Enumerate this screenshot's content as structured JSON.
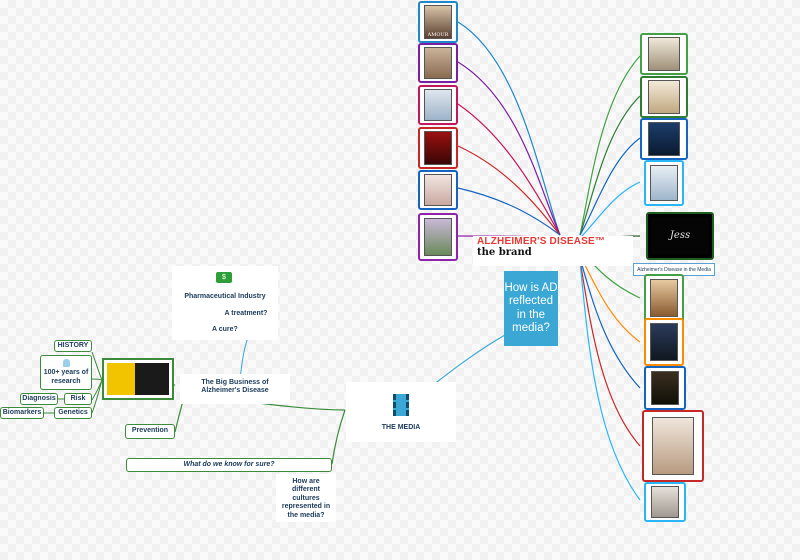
{
  "central": {
    "brand_line1": "ALZHEIMER'S DISEASE™",
    "brand_line2": "the brand",
    "question": "How is AD reflected in the media?"
  },
  "media_caption": "Alzheimer's Disease in the Media",
  "the_media": {
    "label": "THE MEDIA"
  },
  "big_business": {
    "label": "The Big Business of Alzheimer's Disease",
    "pharma": "Pharmaceutical Industry",
    "treatment": "A treatment?",
    "cure": "A cure?",
    "prevention": "Prevention"
  },
  "history": {
    "history": "HISTORY",
    "years": "100+ years of research",
    "diagnosis": "Diagnosis",
    "risk": "Risk",
    "biomarkers": "Biomarkers",
    "genetics": "Genetics"
  },
  "questions": {
    "know_for_sure": "What do we know for sure?",
    "cultures": "How are different cultures represented in the media?"
  },
  "left_posters": [
    {
      "title": "AMOUR",
      "border": "#1e88c8"
    },
    {
      "title": "",
      "border": "#7b1fa2"
    },
    {
      "title": "",
      "border": "#c2185b"
    },
    {
      "title": "",
      "border": "#c62828"
    },
    {
      "title": "",
      "border": "#1565c0"
    },
    {
      "title": "",
      "border": "#8e24aa"
    }
  ],
  "right_posters": [
    {
      "title": "",
      "border": "#43a047"
    },
    {
      "title": "",
      "border": "#2e7d32"
    },
    {
      "title": "",
      "border": "#1565c0"
    },
    {
      "title": "",
      "border": "#29b6f6"
    },
    {
      "title": "Jess",
      "border": "#1b5e20"
    },
    {
      "title": "",
      "border": "#43a047"
    },
    {
      "title": "",
      "border": "#fb8c00"
    },
    {
      "title": "",
      "border": "#1565c0"
    },
    {
      "title": "",
      "border": "#c62828"
    },
    {
      "title": "",
      "border": "#29b6f6"
    }
  ],
  "colors": {
    "node_border": "#3b8b3b",
    "center_blue": "#3aa7d4",
    "brand_red": "#e53935"
  }
}
